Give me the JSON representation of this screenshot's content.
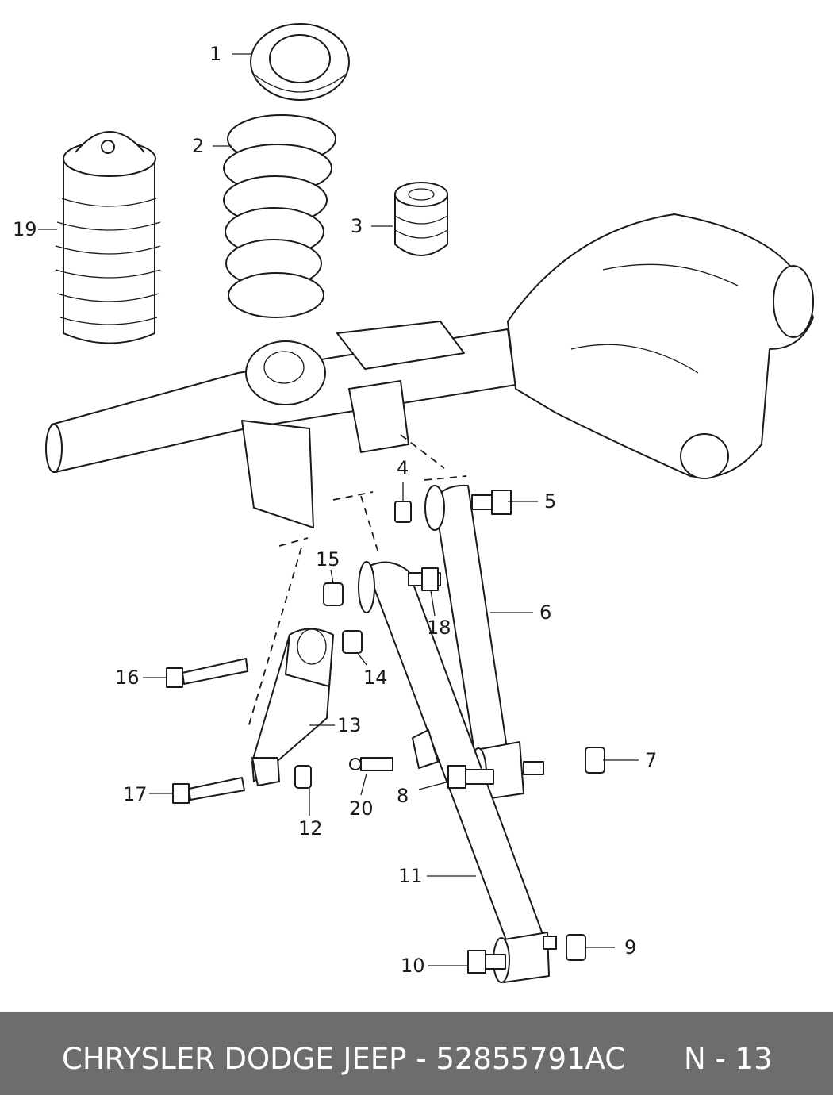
{
  "callouts": [
    {
      "label": "1"
    },
    {
      "label": "2"
    },
    {
      "label": "3"
    },
    {
      "label": "4"
    },
    {
      "label": "5"
    },
    {
      "label": "6"
    },
    {
      "label": "7"
    },
    {
      "label": "8"
    },
    {
      "label": "9"
    },
    {
      "label": "10"
    },
    {
      "label": "11"
    },
    {
      "label": "12"
    },
    {
      "label": "13"
    },
    {
      "label": "14"
    },
    {
      "label": "15"
    },
    {
      "label": "16"
    },
    {
      "label": "17"
    },
    {
      "label": "18"
    },
    {
      "label": "19"
    },
    {
      "label": "20"
    }
  ],
  "footer": {
    "title": "CHRYSLER DODGE JEEP - 52855791AC",
    "page": "N - 13"
  },
  "colors": {
    "footer_bg": "#6d6d6d",
    "footer_text": "#ffffff",
    "line": "#1a1a1a"
  }
}
